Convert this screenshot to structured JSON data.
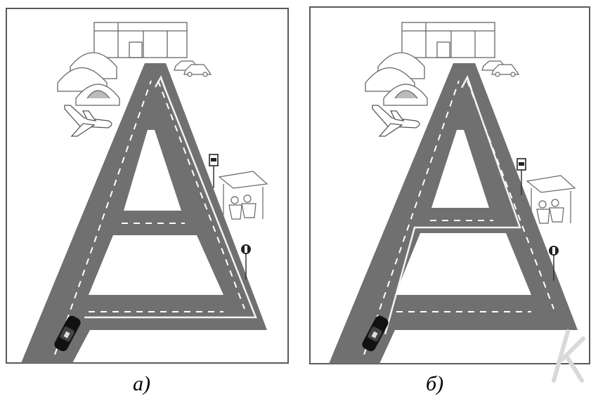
{
  "figure": {
    "panels": [
      {
        "id": "a",
        "caption": "а)"
      },
      {
        "id": "b",
        "caption": "б)"
      }
    ]
  },
  "colors": {
    "road": "#707070",
    "frame": "#5a5a5a",
    "marking": "#ffffff",
    "sketch": "#666666",
    "car": "#111111",
    "watermark": "#d9d9d9"
  },
  "icons": [
    "airport-terminal-icon",
    "hangar-icon",
    "airplane-icon",
    "parked-cars-icon",
    "bus-stop-sign-icon",
    "bus-shelter-icon",
    "round-road-sign-icon",
    "taxi-car-icon"
  ]
}
